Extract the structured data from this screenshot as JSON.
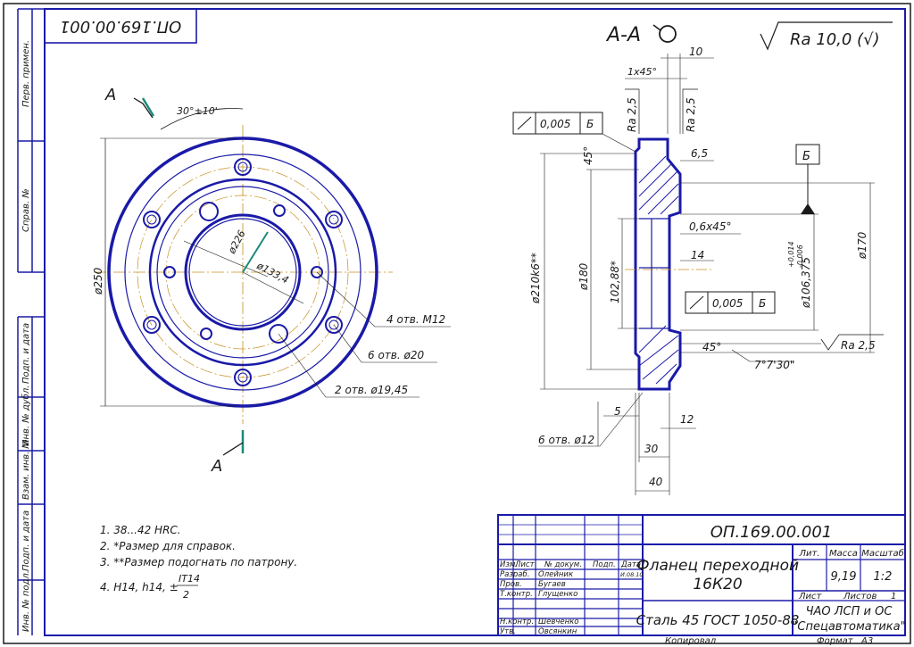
{
  "drawing": {
    "doc_number": "ОП.169.00.001",
    "doc_number_mirrored": "ОП.169.00.001",
    "part_name_line1": "Фланец переходной",
    "part_name_line2": "16К20",
    "material": "Сталь 45 ГОСТ 1050-88",
    "company_line1": "ЧАО ЛСП и ОС",
    "company_line2": "\"Спецавтоматика\"",
    "mass": "9,19",
    "scale": "1:2",
    "sheet_label": "Лист",
    "sheets_label": "Листов",
    "sheets_count": "1",
    "lit_label": "Лит.",
    "mass_label": "Масса",
    "scale_label": "Масштаб",
    "copied_label": "Копировал",
    "format_label": "Формат",
    "format_value": "А3",
    "roughness_general": "Ra 10,0 (√)",
    "section_label": "А-А"
  },
  "side_stamp": [
    "Перв. примен.",
    "Справ. №",
    "Подп. и дата",
    "Инв. № дубл.",
    "Взам. инв. №",
    "Подп. и дата",
    "Инв. № подл."
  ],
  "title_block": {
    "col_headers": [
      "Изм.",
      "Лист",
      "№ докум.",
      "Подп.",
      "Дата"
    ],
    "date_mark": "И.08.10",
    "rows": [
      {
        "role": "Разраб.",
        "name": "Олейник"
      },
      {
        "role": "Пров.",
        "name": "Бугаев"
      },
      {
        "role": "Т.контр.",
        "name": "Глущенко"
      },
      {
        "role": "Н.контр.",
        "name": "Шевченко"
      },
      {
        "role": "Утв.",
        "name": "Овсянкин"
      }
    ]
  },
  "notes": [
    "1. 38...42 HRC.",
    "2. *Размер для справок.",
    "3. **Размер подогнать по патрону.",
    "4. H14, h14, ±"
  ],
  "note_fraction": {
    "num": "IT14",
    "den": "2"
  },
  "front_view": {
    "cut_letter_top": "А",
    "cut_letter_bottom": "А",
    "angle": "30°±10'",
    "d250": "ø250",
    "d226": "ø226",
    "d133": "ø133,4",
    "holes_m12": "4 отв. М12",
    "holes_20": "6 отв. ø20",
    "holes_19": "2 отв. ø19,45"
  },
  "section_view": {
    "dim_10": "10",
    "chamfer_1": "1x45°",
    "ra_left": "Ra 2,5",
    "ra_right": "Ra 2,5",
    "tol_top_value": "0,005",
    "tol_top_datum": "Б",
    "angle_45_top": "45°",
    "dim_6_5": "6,5",
    "datum_b": "Б",
    "chamfer_06": "0,6x45°",
    "d210": "ø210k6**",
    "d180": "ø180",
    "d102": "102,88*",
    "dim_14": "14",
    "d106": "ø106,375",
    "d106_up": "+0,014",
    "d106_dn": "-0,006",
    "d170": "ø170",
    "tol_bot_value": "0,005",
    "tol_bot_datum": "Б",
    "angle_45_bot": "45°",
    "angle_7": "7°7'30\"",
    "ra_bottom": "Ra 2,5",
    "dim_5": "5",
    "dim_12": "12",
    "holes_12": "6 отв. ø12",
    "dim_30": "30",
    "dim_40": "40"
  }
}
